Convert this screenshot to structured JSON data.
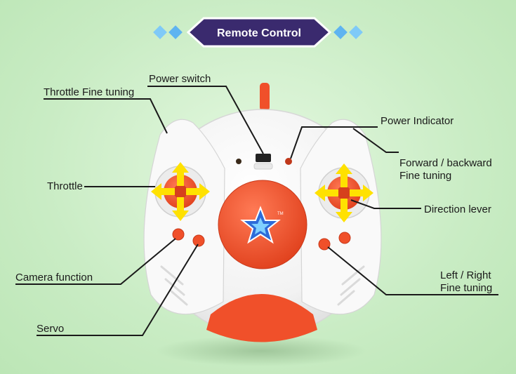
{
  "banner": {
    "title": "Remote Control"
  },
  "labels": {
    "power_switch": "Power switch",
    "throttle_fine_tuning": "Throttle Fine tuning",
    "power_indicator": "Power Indicator",
    "forward_backward_line1": "Forward / backward",
    "forward_backward_line2": "Fine tuning",
    "throttle": "Throttle",
    "direction_lever": "Direction lever",
    "camera_function": "Camera function",
    "left_right_line1": "Left / Right",
    "left_right_line2": "Fine tuning",
    "servo": "Servo",
    "trademark": "TM"
  },
  "colors": {
    "accent_orange": "#f0502a",
    "banner_purple": "#3a2a6e",
    "diamond_blue": "#5fb4f0",
    "arrow_yellow": "#ffe100",
    "body_white": "#f7f7f7"
  }
}
